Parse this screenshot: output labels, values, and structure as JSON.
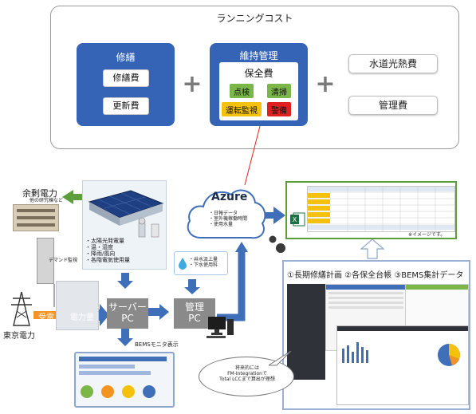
{
  "running_cost": {
    "title": "ランニングコスト",
    "repair": {
      "title": "修繕",
      "items": [
        "修繕費",
        "更新費"
      ]
    },
    "maintenance": {
      "title": "維持管理",
      "subtitle": "保全費",
      "tags": [
        "点検",
        "清掃",
        "運転監視",
        "警備"
      ]
    },
    "others": [
      "水道光熱費",
      "管理費"
    ]
  },
  "colors": {
    "primary_blue": "#3563b5",
    "tag_green": "#7ab648",
    "tag_yellow": "#f4c20d",
    "tag_red": "#e02020",
    "pc_grey": "#8a8a8a",
    "arrow_green": "#5b9e3a",
    "arrow_orange": "#f39321",
    "arrow_blue": "#3f6fb8"
  },
  "surplus": {
    "title": "余剰電力",
    "subtitle": "他の研究棟など"
  },
  "sensors": {
    "items": [
      "・太陽光発電量",
      "・温・湿度",
      "・降雨/風向",
      "・各階電気使用量"
    ]
  },
  "demand_label": "デマンド監視",
  "power": {
    "receive": "受電",
    "amount": "電力量",
    "source": "東京電力"
  },
  "server_pc": "サーバー\nPC",
  "admin_pc": "管理\nPC",
  "water": {
    "items": [
      "・井水汲上量",
      "・下水使用料"
    ]
  },
  "bems_monitor": "BEMSモニタ表示",
  "azure": {
    "title": "Azure",
    "items": [
      "・日報データ",
      "・室外機稼働時間",
      "・使用水量"
    ]
  },
  "image_note": "※イメージです。",
  "collage_title": "①長期修繕計画 ②各保全台帳 ③BEMS集計データ",
  "callout": {
    "line1": "将来的には",
    "line2": "FM-Integrationで",
    "line3": "Total LCCまで算出が理想"
  },
  "icons": [
    "excel-icon",
    "water-drop-icon",
    "transmission-tower-icon",
    "solar-panel-icon",
    "monitor-icon"
  ]
}
